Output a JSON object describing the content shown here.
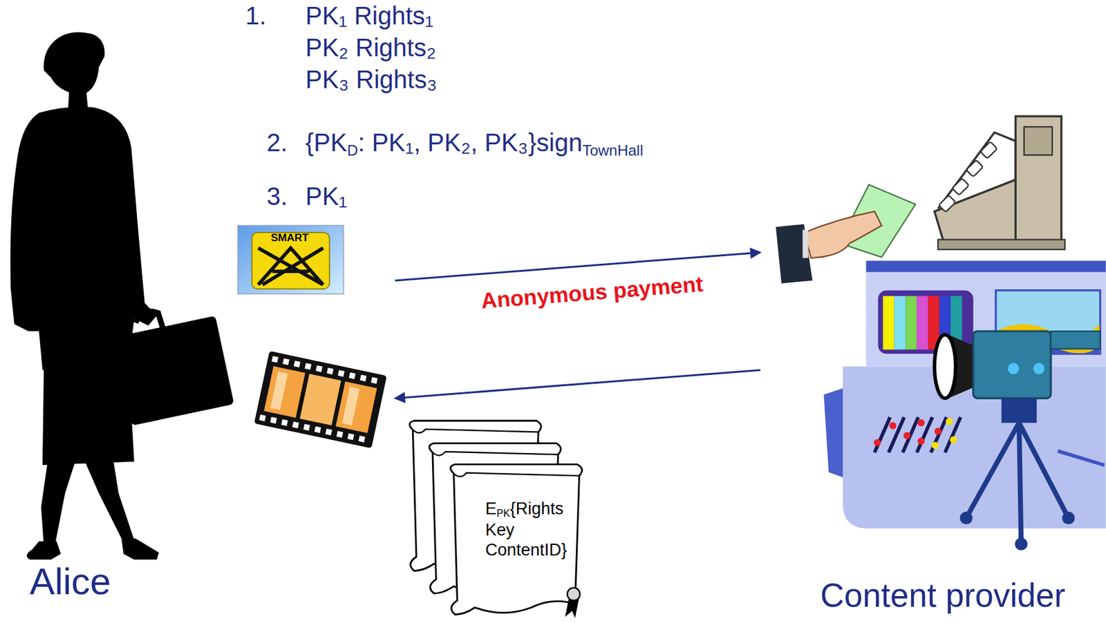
{
  "diagram": {
    "nodes": [
      {
        "text": [
          "Alice"
        ]
      },
      {
        "text": [
          "Content provider"
        ]
      },
      {
        "text": [
          "E",
          "PK",
          "{Rights Key ContentID}"
        ]
      }
    ],
    "edges": [
      {
        "from": 0,
        "to": 1,
        "arrow": "to",
        "label": "Anonymous payment"
      },
      {
        "from": 1,
        "to": 0,
        "arrow": "to"
      }
    ],
    "labels": [
      "1.",
      "PK₁ Rights₁",
      "PK₂ Rights₂",
      "PK₃ Rights₃",
      "2.",
      "{PK",
      "D",
      ": PK₁, PK₂, PK₃}sign",
      "TownHall",
      "3.",
      "PK₁",
      "SMART"
    ]
  }
}
